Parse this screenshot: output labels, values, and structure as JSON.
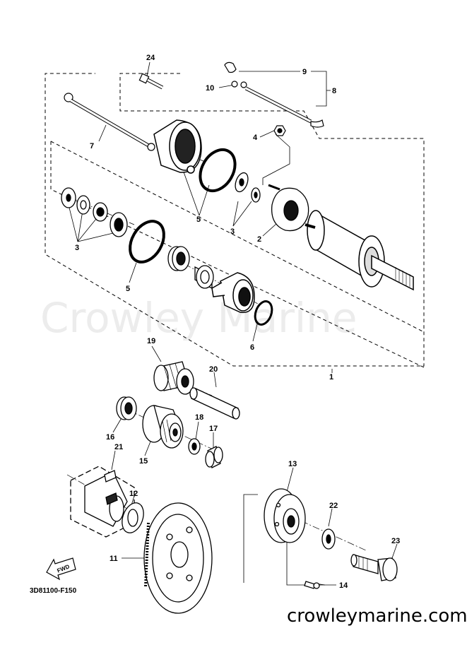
{
  "watermark": "Crowley Marine",
  "footer_url": "crowleymarine.com",
  "diagram_code": "3D81100-F150",
  "fwd_label": "FWD",
  "parts": [
    {
      "id": "p24",
      "ref": "24"
    },
    {
      "id": "p9",
      "ref": "9"
    },
    {
      "id": "p10",
      "ref": "10"
    },
    {
      "id": "p8",
      "ref": "8"
    },
    {
      "id": "p7",
      "ref": "7"
    },
    {
      "id": "p4",
      "ref": "4"
    },
    {
      "id": "p5a",
      "ref": "5"
    },
    {
      "id": "p3a",
      "ref": "3"
    },
    {
      "id": "p2",
      "ref": "2"
    },
    {
      "id": "p3b",
      "ref": "3"
    },
    {
      "id": "p5b",
      "ref": "5"
    },
    {
      "id": "p6",
      "ref": "6"
    },
    {
      "id": "p1",
      "ref": "1"
    },
    {
      "id": "p19",
      "ref": "19"
    },
    {
      "id": "p20",
      "ref": "20"
    },
    {
      "id": "p16",
      "ref": "16"
    },
    {
      "id": "p18",
      "ref": "18"
    },
    {
      "id": "p17",
      "ref": "17"
    },
    {
      "id": "p15",
      "ref": "15"
    },
    {
      "id": "p21",
      "ref": "21"
    },
    {
      "id": "p13",
      "ref": "13"
    },
    {
      "id": "p12",
      "ref": "12"
    },
    {
      "id": "p22",
      "ref": "22"
    },
    {
      "id": "p23",
      "ref": "23"
    },
    {
      "id": "p11",
      "ref": "11"
    },
    {
      "id": "p14",
      "ref": "14"
    }
  ]
}
